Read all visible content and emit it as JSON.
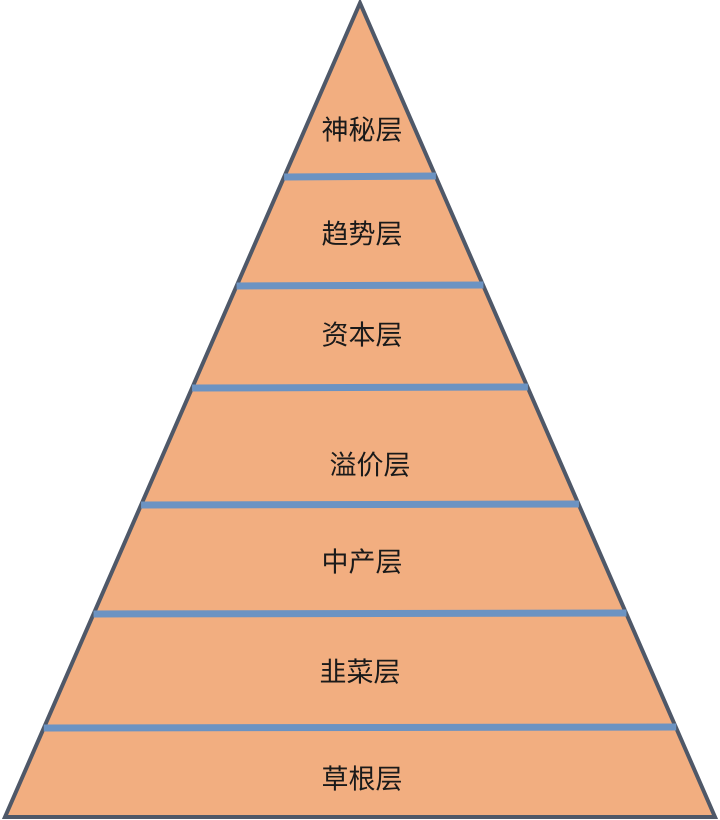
{
  "diagram": {
    "type": "pyramid",
    "colors": {
      "fill": "#F2AE80",
      "divider": "#6C93C2",
      "outline": "#4F5868"
    },
    "layers_top_to_bottom": [
      "神秘层",
      "趋势层",
      "资本层",
      "溢价层",
      "中产层",
      "韭菜层",
      "草根层"
    ]
  }
}
